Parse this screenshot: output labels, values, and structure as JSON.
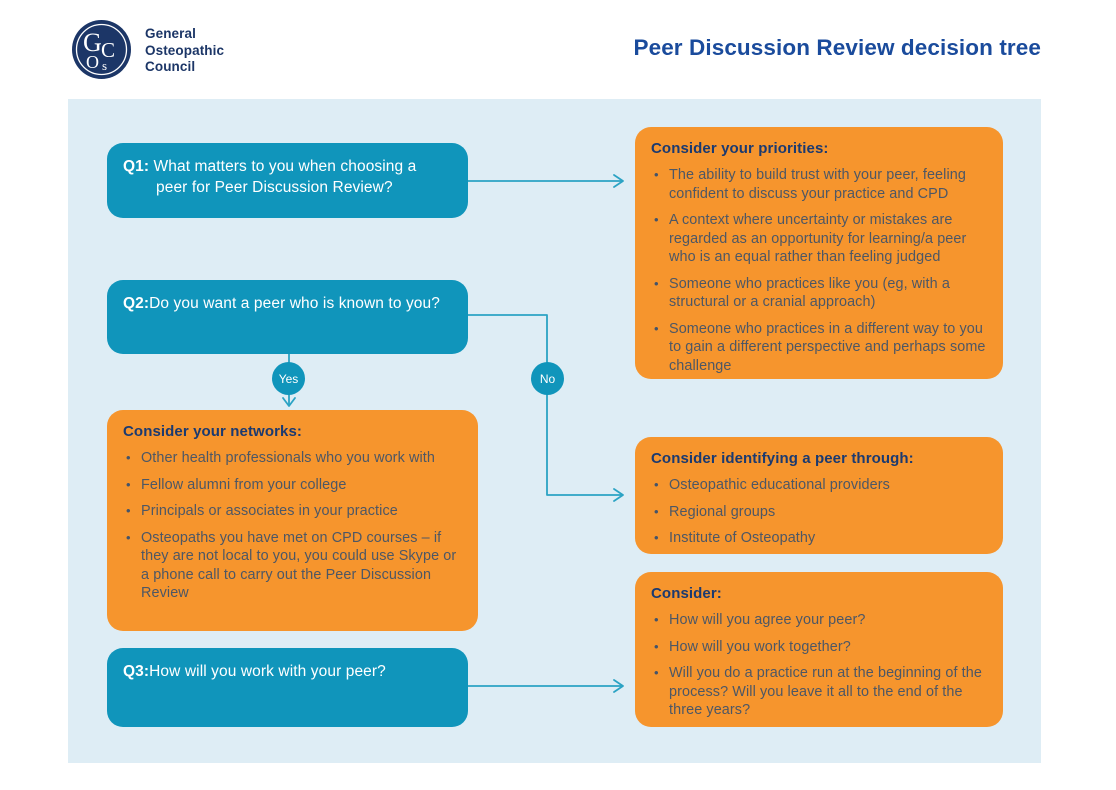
{
  "header": {
    "logo_monogram": "GOsC",
    "logo_lines": [
      "General",
      "Osteopathic",
      "Council"
    ],
    "title": "Peer Discussion Review decision tree"
  },
  "colors": {
    "teal": "#1095BB",
    "orange": "#F6952D",
    "panel_bg": "#DEEDF5",
    "navy": "#1B3A70",
    "title_blue": "#1A4B9C",
    "body_text": "#4D5765",
    "connector": "#2BA3C4"
  },
  "flow": {
    "q1": {
      "label": "Q1:",
      "text": " What matters to you when choosing a peer for Peer Discussion Review?"
    },
    "q2": {
      "label": "Q2:",
      "text": "Do you  want a peer who is known to you?"
    },
    "q3": {
      "label": "Q3:",
      "text": "How will you work with your peer?"
    },
    "yes_label": "Yes",
    "no_label": "No",
    "priorities": {
      "heading": "Consider your priorities:",
      "bullets": [
        "The ability to build trust with your peer, feeling confident to discuss your practice and CPD",
        "A context where uncertainty or mistakes are regarded as an opportunity for learning/a peer who is an equal rather than feeling judged",
        "Someone who practices like you (eg, with a structural or a cranial approach)",
        "Someone who practices in a different way to you to gain a different perspective and perhaps some challenge"
      ]
    },
    "networks": {
      "heading": "Consider your networks:",
      "bullets": [
        "Other health professionals who you work with",
        "Fellow alumni from your college",
        "Principals or associates in your practice",
        "Osteopaths you have met on CPD courses – if they are not local to you, you could use Skype or a phone call to carry out the Peer Discussion Review"
      ]
    },
    "identify": {
      "heading": "Consider identifying a peer through:",
      "bullets": [
        "Osteopathic educational providers",
        "Regional groups",
        "Institute of Osteopathy"
      ]
    },
    "consider": {
      "heading": "Consider:",
      "bullets": [
        "How will you agree your peer?",
        "How will you work together?",
        "Will you do a practice run at the beginning of the process? Will you leave it all to the end of the three years?"
      ]
    }
  }
}
